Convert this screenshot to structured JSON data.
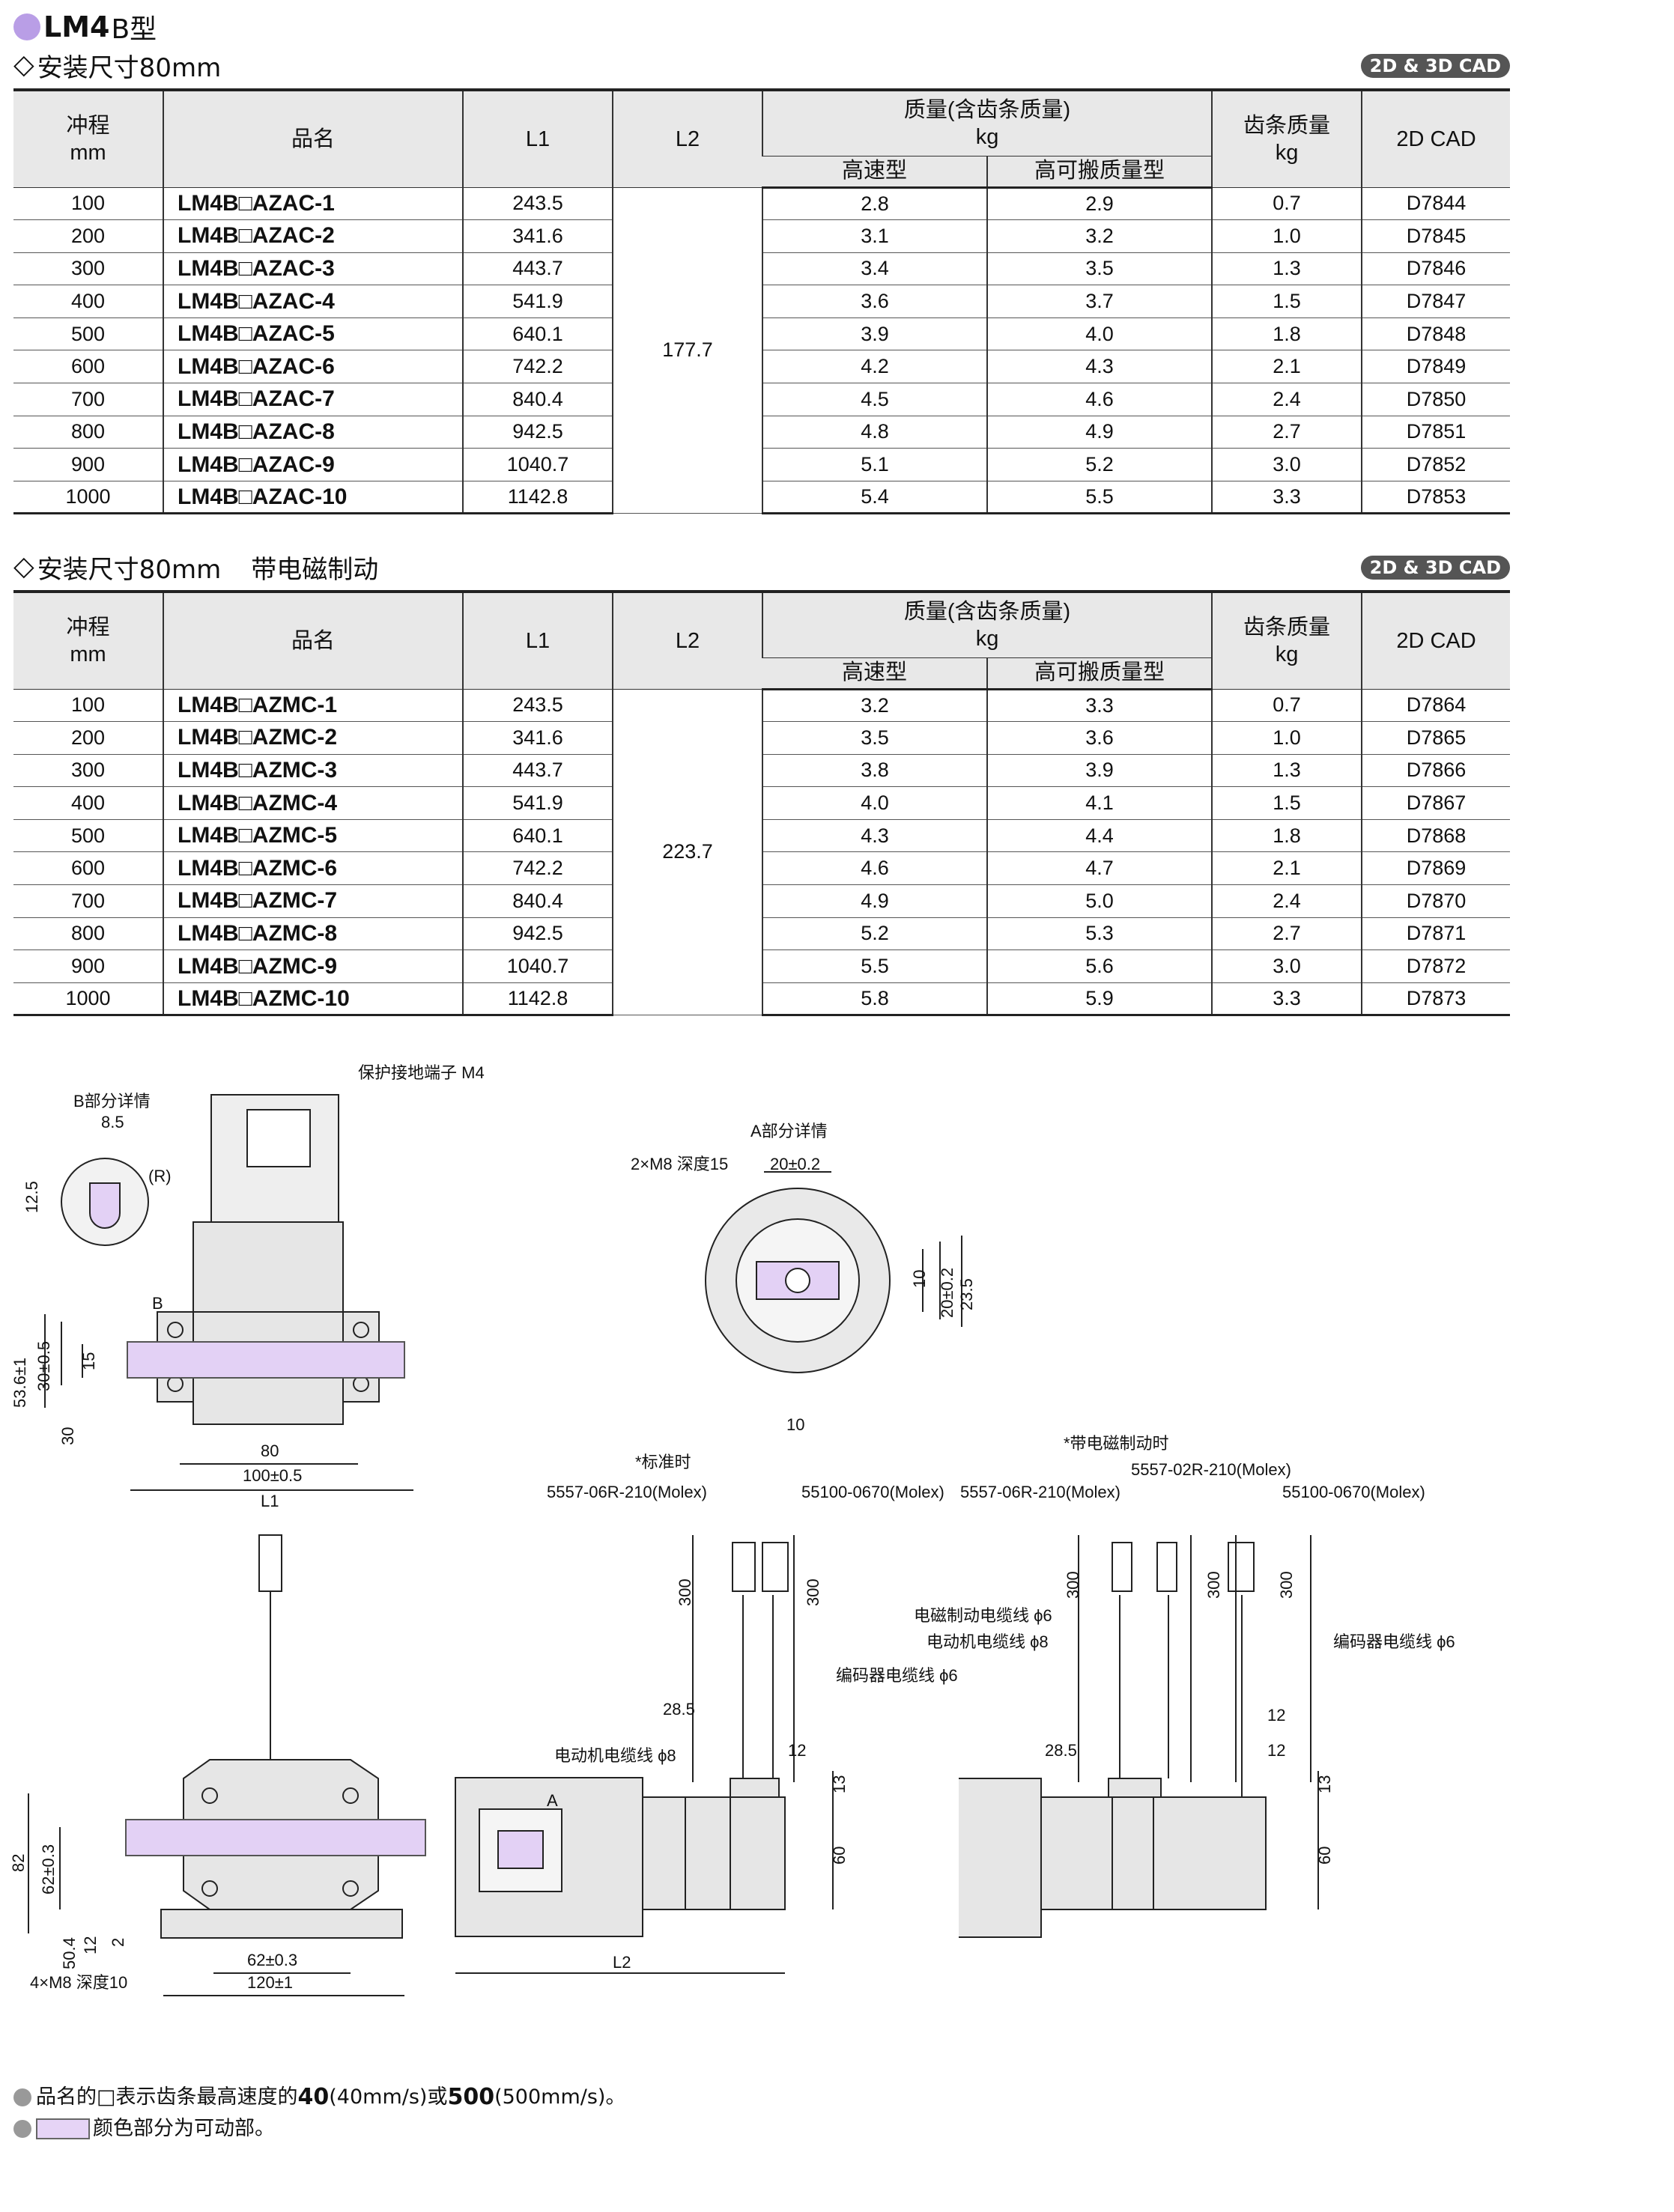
{
  "title": {
    "model": "LM4",
    "type": "B型"
  },
  "section1": {
    "heading": "安装尺寸80mm",
    "cad": "2D & 3D CAD"
  },
  "section2": {
    "heading": "安装尺寸80mm",
    "sub": "带电磁制动",
    "cad": "2D & 3D CAD"
  },
  "table_headers": {
    "stroke": "冲程",
    "stroke_unit": "mm",
    "part": "品名",
    "l1": "L1",
    "l2": "L2",
    "mass": "质量(含齿条质量)",
    "mass_unit": "kg",
    "high_speed": "高速型",
    "high_load": "高可搬质量型",
    "rack_mass": "齿条质量",
    "rack_unit": "kg",
    "cad": "2D CAD"
  },
  "table1": {
    "l2": "177.7",
    "rows": [
      {
        "stroke": "100",
        "part": "LM4B□AZAC-1",
        "l1": "243.5",
        "hs": "2.8",
        "hl": "2.9",
        "rack": "0.7",
        "cad": "D7844"
      },
      {
        "stroke": "200",
        "part": "LM4B□AZAC-2",
        "l1": "341.6",
        "hs": "3.1",
        "hl": "3.2",
        "rack": "1.0",
        "cad": "D7845"
      },
      {
        "stroke": "300",
        "part": "LM4B□AZAC-3",
        "l1": "443.7",
        "hs": "3.4",
        "hl": "3.5",
        "rack": "1.3",
        "cad": "D7846"
      },
      {
        "stroke": "400",
        "part": "LM4B□AZAC-4",
        "l1": "541.9",
        "hs": "3.6",
        "hl": "3.7",
        "rack": "1.5",
        "cad": "D7847"
      },
      {
        "stroke": "500",
        "part": "LM4B□AZAC-5",
        "l1": "640.1",
        "hs": "3.9",
        "hl": "4.0",
        "rack": "1.8",
        "cad": "D7848"
      },
      {
        "stroke": "600",
        "part": "LM4B□AZAC-6",
        "l1": "742.2",
        "hs": "4.2",
        "hl": "4.3",
        "rack": "2.1",
        "cad": "D7849"
      },
      {
        "stroke": "700",
        "part": "LM4B□AZAC-7",
        "l1": "840.4",
        "hs": "4.5",
        "hl": "4.6",
        "rack": "2.4",
        "cad": "D7850"
      },
      {
        "stroke": "800",
        "part": "LM4B□AZAC-8",
        "l1": "942.5",
        "hs": "4.8",
        "hl": "4.9",
        "rack": "2.7",
        "cad": "D7851"
      },
      {
        "stroke": "900",
        "part": "LM4B□AZAC-9",
        "l1": "1040.7",
        "hs": "5.1",
        "hl": "5.2",
        "rack": "3.0",
        "cad": "D7852"
      },
      {
        "stroke": "1000",
        "part": "LM4B□AZAC-10",
        "l1": "1142.8",
        "hs": "5.4",
        "hl": "5.5",
        "rack": "3.3",
        "cad": "D7853"
      }
    ]
  },
  "table2": {
    "l2": "223.7",
    "rows": [
      {
        "stroke": "100",
        "part": "LM4B□AZMC-1",
        "l1": "243.5",
        "hs": "3.2",
        "hl": "3.3",
        "rack": "0.7",
        "cad": "D7864"
      },
      {
        "stroke": "200",
        "part": "LM4B□AZMC-2",
        "l1": "341.6",
        "hs": "3.5",
        "hl": "3.6",
        "rack": "1.0",
        "cad": "D7865"
      },
      {
        "stroke": "300",
        "part": "LM4B□AZMC-3",
        "l1": "443.7",
        "hs": "3.8",
        "hl": "3.9",
        "rack": "1.3",
        "cad": "D7866"
      },
      {
        "stroke": "400",
        "part": "LM4B□AZMC-4",
        "l1": "541.9",
        "hs": "4.0",
        "hl": "4.1",
        "rack": "1.5",
        "cad": "D7867"
      },
      {
        "stroke": "500",
        "part": "LM4B□AZMC-5",
        "l1": "640.1",
        "hs": "4.3",
        "hl": "4.4",
        "rack": "1.8",
        "cad": "D7868"
      },
      {
        "stroke": "600",
        "part": "LM4B□AZMC-6",
        "l1": "742.2",
        "hs": "4.6",
        "hl": "4.7",
        "rack": "2.1",
        "cad": "D7869"
      },
      {
        "stroke": "700",
        "part": "LM4B□AZMC-7",
        "l1": "840.4",
        "hs": "4.9",
        "hl": "5.0",
        "rack": "2.4",
        "cad": "D7870"
      },
      {
        "stroke": "800",
        "part": "LM4B□AZMC-8",
        "l1": "942.5",
        "hs": "5.2",
        "hl": "5.3",
        "rack": "2.7",
        "cad": "D7871"
      },
      {
        "stroke": "900",
        "part": "LM4B□AZMC-9",
        "l1": "1040.7",
        "hs": "5.5",
        "hl": "5.6",
        "rack": "3.0",
        "cad": "D7872"
      },
      {
        "stroke": "1000",
        "part": "LM4B□AZMC-10",
        "l1": "1142.8",
        "hs": "5.8",
        "hl": "5.9",
        "rack": "3.3",
        "cad": "D7873"
      }
    ]
  },
  "drawing_labels": {
    "detail_b": "B部分详情",
    "b_85": "8.5",
    "b_125": "12.5",
    "b_r": "(R)",
    "ground": "保护接地端子 M4",
    "b_mark": "B",
    "d_536": "53.6±1",
    "d_30a": "30±0.5",
    "d_15": "15",
    "d_30b": "30",
    "d_80": "80",
    "d_100": "100±0.5",
    "d_l1": "L1",
    "detail_a": "A部分详情",
    "a_m8": "2×M8 深度15",
    "a_20": "20±0.2",
    "a_10v": "10",
    "a_20v": "20±0.2",
    "a_235": "23.5",
    "a_10h": "10",
    "std": "*标准时",
    "brake": "*带电磁制动时",
    "molex1": "5557-06R-210(Molex)",
    "molex2": "55100-0670(Molex)",
    "molex3": "5557-06R-210(Molex)",
    "molex4": "5557-02R-210(Molex)",
    "molex5": "55100-0670(Molex)",
    "d_300": "300",
    "brake_cable": "电磁制动电缆线 ϕ6",
    "motor_cable_b": "电动机电缆线 ϕ8",
    "enc_cable": "编码器电缆线 ϕ6",
    "enc_cable_b": "编码器电缆线 ϕ6",
    "motor_cable": "电动机电缆线 ϕ8",
    "d_285": "28.5",
    "d_12": "12",
    "d_13": "13",
    "d_60": "60",
    "d_82": "82",
    "d_62v": "62±0.3",
    "d_504": "50.4",
    "d_12b": "12",
    "d_2": "2",
    "d_62h": "62±0.3",
    "d_120": "120±1",
    "m8_4": "4×M8 深度10",
    "a_mark": "A",
    "d_l2": "L2"
  },
  "notes": {
    "n1_pre": "品名的□表示齿条最高速度的",
    "n1_40": "40",
    "n1_mid": "(40mm/s)或",
    "n1_500": "500",
    "n1_post": "(500mm/s)。",
    "n2": "颜色部分为可动部。"
  }
}
